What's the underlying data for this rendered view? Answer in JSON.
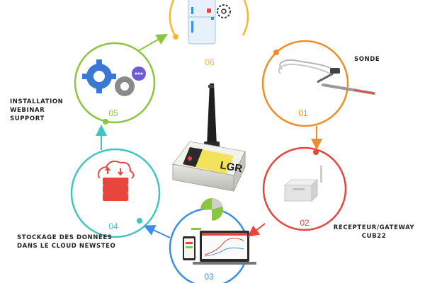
{
  "steps": [
    {
      "number": "01",
      "label_lines": [
        "SONDE"
      ],
      "color": "#f28c28"
    },
    {
      "number": "02",
      "label_lines": [
        "RECEPTEUR/GATEWAY",
        "CUB22"
      ],
      "color": "#e8453c"
    },
    {
      "number": "03",
      "label_lines": [],
      "color": "#3a8ee6"
    },
    {
      "number": "04",
      "label_lines": [
        "STOCKAGE DES DONNÉES",
        "DANS LE CLOUD NEWSTEO"
      ],
      "color": "#3ec6c0"
    },
    {
      "number": "05",
      "label_lines": [
        "INSTALLATION",
        "WEBINAR",
        "SUPPORT"
      ],
      "color": "#8cc63f"
    },
    {
      "number": "06",
      "label_lines": [],
      "color": "#f7b733"
    }
  ],
  "device": {
    "brand_text": "LGR"
  },
  "colors": {
    "text": "#222222",
    "arrow": "#f28c28"
  }
}
